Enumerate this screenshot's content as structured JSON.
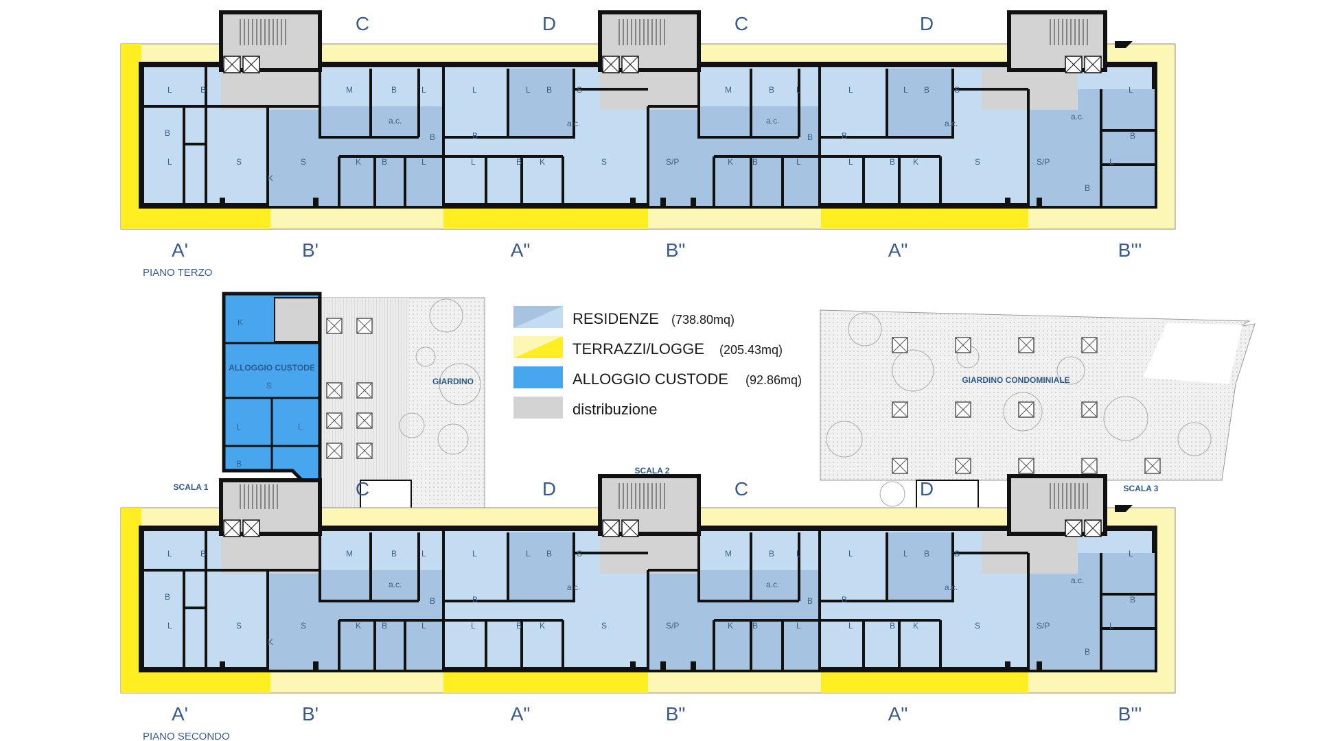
{
  "floors": {
    "upper_title": "PIANO TERZO",
    "lower_title": "PIANO SECONDO"
  },
  "unit_labels": {
    "C": "C",
    "D": "D",
    "A1": "A'",
    "B1": "B'",
    "A2": "A\"",
    "B2": "B\"",
    "B3": "B'''"
  },
  "rooms": {
    "L": "L",
    "B": "B",
    "S": "S",
    "K": "K",
    "M": "M",
    "SP": "S/P",
    "ac": "a.c."
  },
  "site_labels": {
    "alloggio": "ALLOGGIO CUSTODE",
    "giardino": "GIARDINO",
    "giardino_condominiale": "GIARDINO CONDOMINIALE",
    "scala1": "SCALA 1",
    "scala2": "SCALA 2",
    "scala3": "SCALA 3"
  },
  "legend": [
    {
      "label": "RESIDENZE",
      "area": "(738.80mq)",
      "color": "#c4dcf2",
      "accent": "#8fb3d9"
    },
    {
      "label": "TERRAZZI/LOGGE",
      "area": "(205.43mq)",
      "color": "#fdf7b5",
      "accent": "#ffee00"
    },
    {
      "label": "ALLOGGIO CUSTODE",
      "area": "(92.86mq)",
      "color": "#48a6ee",
      "accent": "#48a6ee"
    },
    {
      "label": "distribuzione",
      "area": "",
      "color": "#d3d3d3",
      "accent": "#d3d3d3"
    }
  ],
  "colors": {
    "residenze_light": "#c4dcf2",
    "residenze_mid": "#a6c3e2",
    "terrazzi_yellow": "#ffee22",
    "terrazzi_pale": "#fdf7b5",
    "custode_blue": "#48a6ee",
    "distribuzione": "#d3d3d3",
    "wall": "#111111",
    "label_blue": "#3a5a8c"
  }
}
